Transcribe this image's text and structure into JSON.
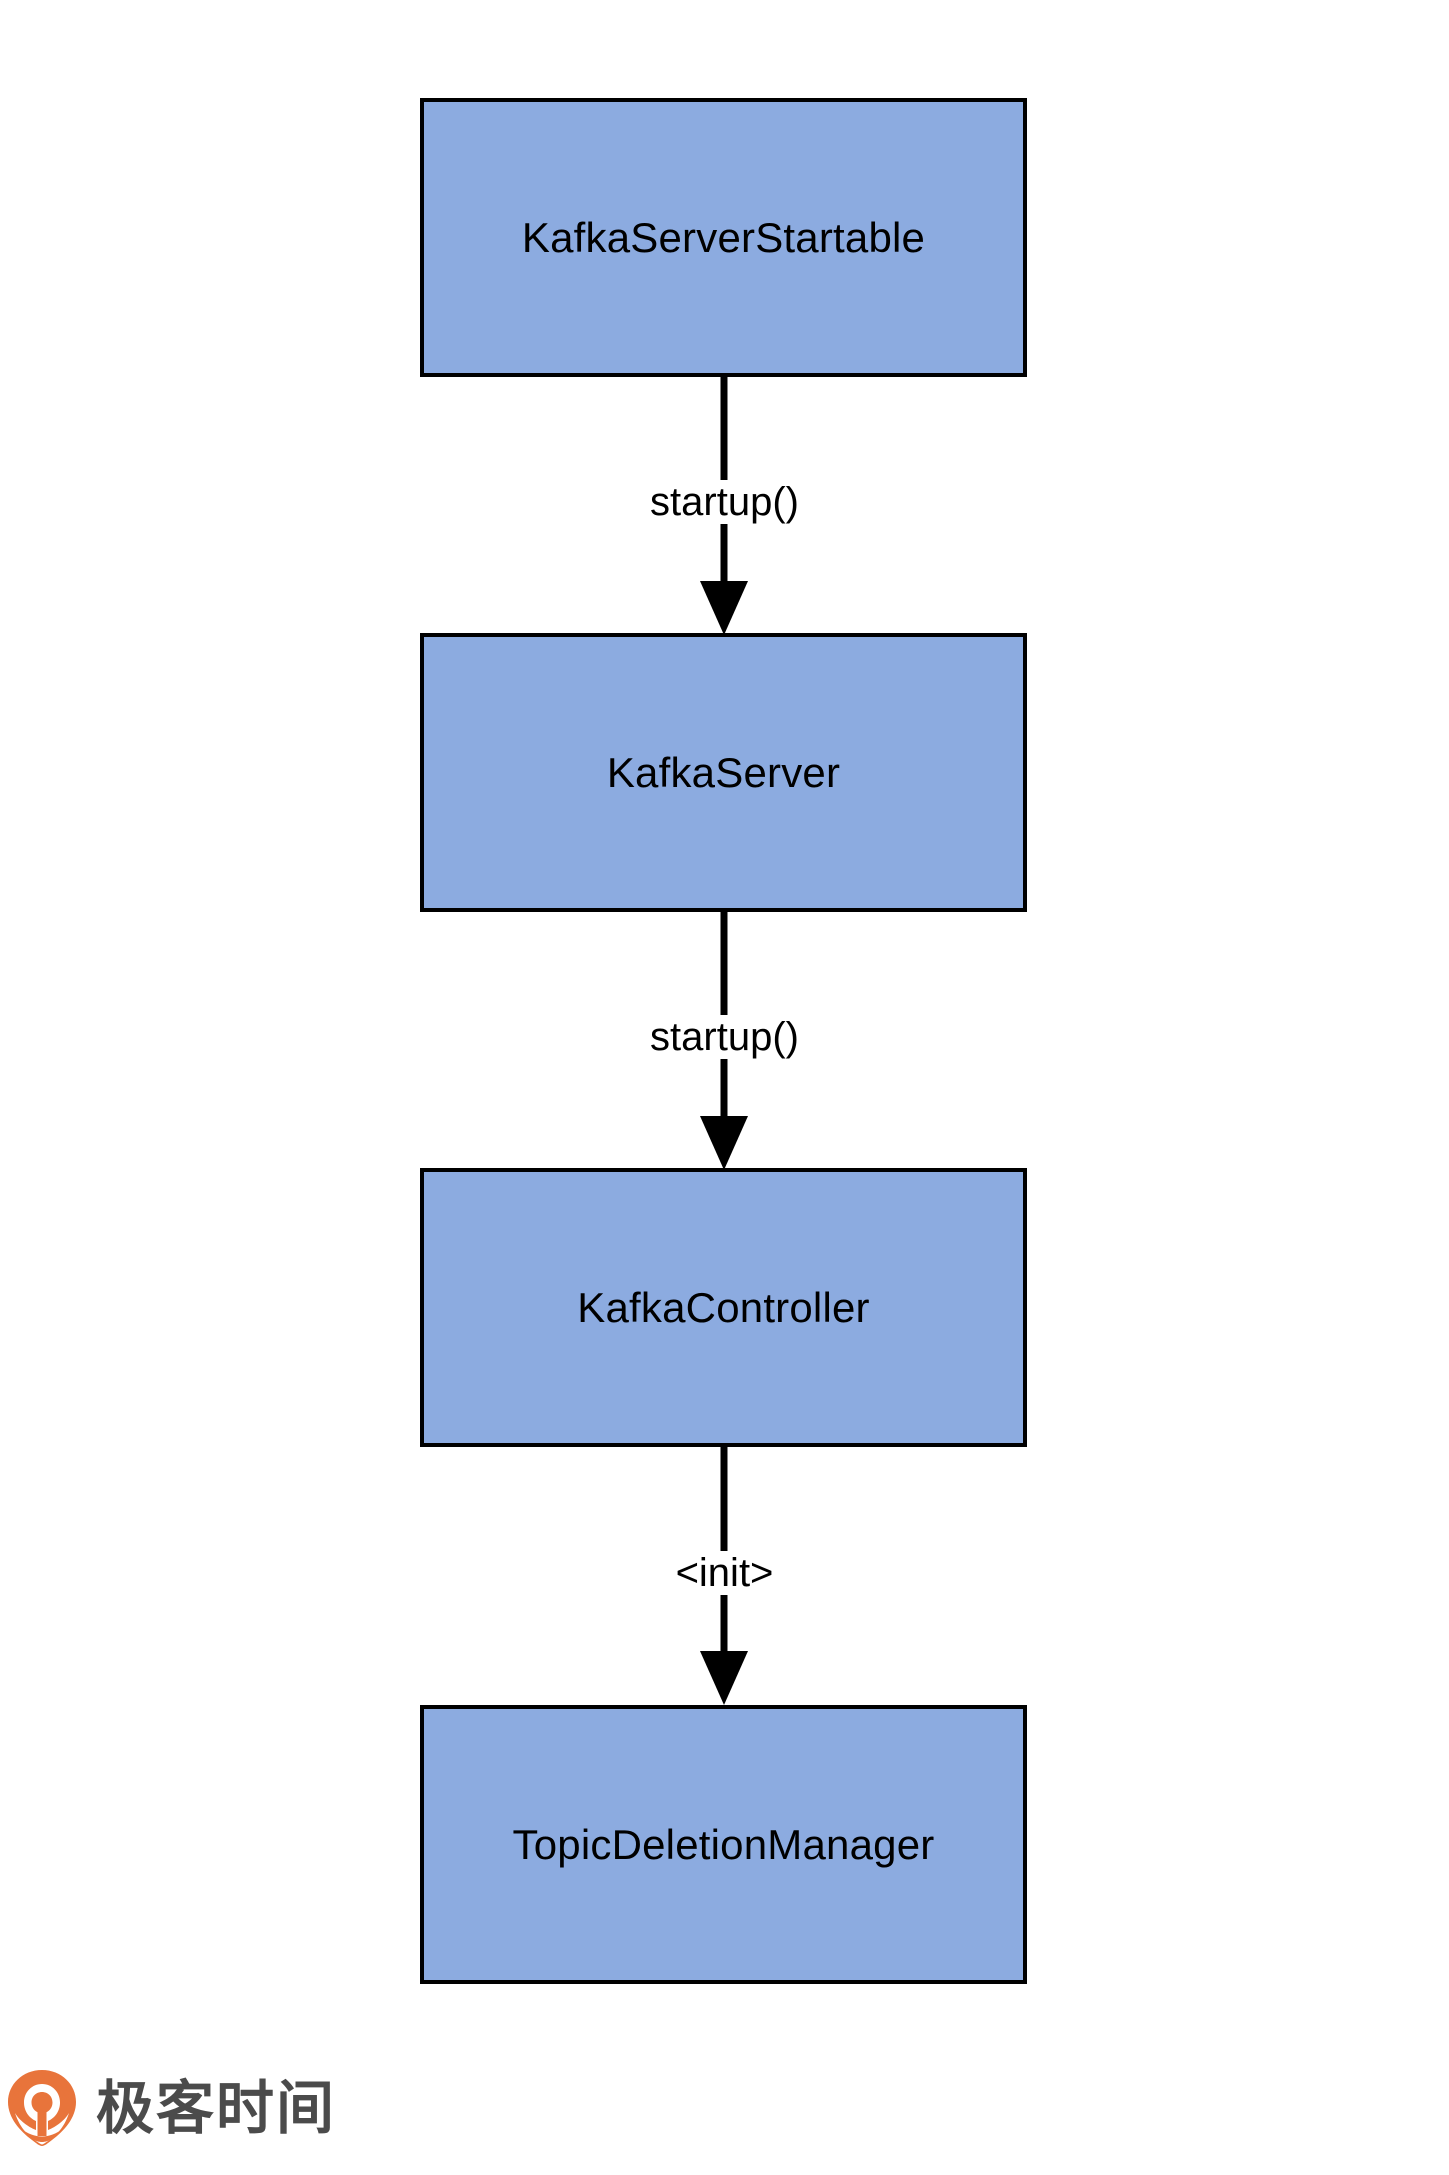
{
  "diagram": {
    "type": "flowchart",
    "orientation": "top-to-bottom",
    "background_color": "#FFFFFF",
    "node_fill_color": "#8CABE0",
    "node_border_color": "#000000",
    "edge_color": "#000000",
    "nodes": [
      {
        "id": "kafka-server-startable",
        "label": "KafkaServerStartable"
      },
      {
        "id": "kafka-server",
        "label": "KafkaServer"
      },
      {
        "id": "kafka-controller",
        "label": "KafkaController"
      },
      {
        "id": "topic-deletion-manager",
        "label": "TopicDeletionManager"
      }
    ],
    "edges": [
      {
        "id": "edge-1",
        "from": "kafka-server-startable",
        "to": "kafka-server",
        "label": "startup()"
      },
      {
        "id": "edge-2",
        "from": "kafka-server",
        "to": "kafka-controller",
        "label": "startup()"
      },
      {
        "id": "edge-3",
        "from": "kafka-controller",
        "to": "topic-deletion-manager",
        "label": "<init>"
      }
    ]
  },
  "branding": {
    "logo_name": "geektime-logo",
    "text": "极客时间",
    "mark_color": "#E8743B",
    "text_color": "#4B4B4B"
  }
}
